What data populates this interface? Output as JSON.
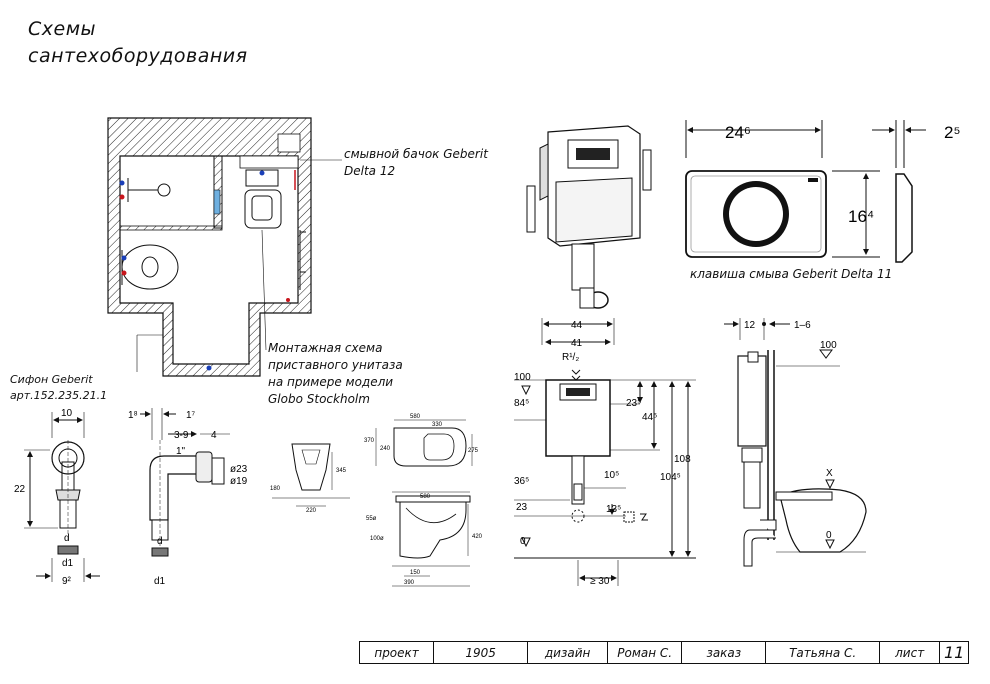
{
  "title": [
    "Схемы",
    "сантехоборудования"
  ],
  "notes": {
    "tank_label": [
      "смывной бачок Geberit",
      "Delta 12"
    ],
    "flush_plate_label": "клавиша смыва Geberit Delta 11",
    "mount_scheme_label": [
      "Монтажная схема",
      "приставного унитаза",
      "на примере модели",
      "Globo Stockholm"
    ],
    "siphon_label": [
      "Сифон Geberit",
      "арт.152.235.21.1"
    ]
  },
  "flush_plate_dims": {
    "width": "24⁶",
    "height": "16⁴",
    "depth": "2⁵"
  },
  "siphon_dims": {
    "top": "10",
    "height": "22",
    "d": "d",
    "d1": "d1",
    "bottom": "9²"
  },
  "siphon_side_dims": {
    "a": "1⁸",
    "b": "1⁷",
    "range": "3-9",
    "four": "4",
    "inch": "1\"",
    "o23": "ø23",
    "o19": "ø19",
    "d": "d",
    "d1": "d1"
  },
  "wc_dims": {
    "w580": "580",
    "w330": "330",
    "h370": "370",
    "h240": "240",
    "h275": "275",
    "h345": "345",
    "h180": "180",
    "w220": "220",
    "t580": "580",
    "h55": "55ø",
    "h100": "100ø",
    "h420": "420",
    "w150": "150",
    "w390": "390"
  },
  "frame_dims": {
    "w44": "44",
    "w41": "41",
    "r": "R¹/₂",
    "h100": "100",
    "h84": "84⁵",
    "h23": "23⁵",
    "h44": "44⁵",
    "h108": "108",
    "h104": "104⁵",
    "h10": "10⁵",
    "h36": "36⁵",
    "h23b": "23",
    "h13": "13⁵",
    "zero": "0",
    "w30": "≥ 30"
  },
  "side_dims": {
    "w12": "12",
    "w16": "1–6",
    "h100": "100",
    "x": "X",
    "zero": "0"
  },
  "title_block": [
    {
      "label": "проект"
    },
    {
      "label": "1905"
    },
    {
      "label": "дизайн"
    },
    {
      "label": "Роман С."
    },
    {
      "label": "заказ"
    },
    {
      "label": "Татьяна С."
    },
    {
      "label": "лист"
    },
    {
      "label": "11"
    }
  ]
}
